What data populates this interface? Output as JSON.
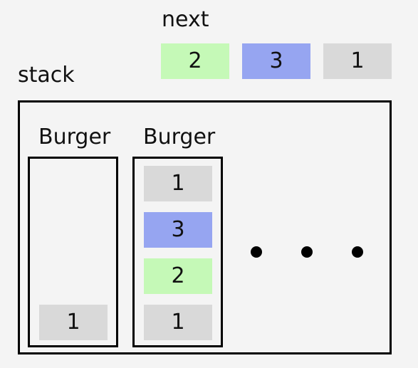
{
  "next": {
    "label": "next",
    "items": [
      {
        "value": "2",
        "color": "#c5f9b7"
      },
      {
        "value": "3",
        "color": "#96a5f1"
      },
      {
        "value": "1",
        "color": "#d9d9d9"
      }
    ]
  },
  "stack": {
    "label": "stack",
    "burgers": [
      {
        "label": "Burger",
        "items": [
          {
            "value": "1",
            "color": "#d9d9d9"
          }
        ]
      },
      {
        "label": "Burger",
        "items": [
          {
            "value": "1",
            "color": "#d9d9d9"
          },
          {
            "value": "3",
            "color": "#96a5f1"
          },
          {
            "value": "2",
            "color": "#c5f9b7"
          },
          {
            "value": "1",
            "color": "#d9d9d9"
          }
        ]
      }
    ]
  },
  "colors": {
    "background": "#f4f4f4",
    "border": "#000000",
    "dot": "#000000"
  },
  "ellipsis_icon": "ellipsis-dots"
}
